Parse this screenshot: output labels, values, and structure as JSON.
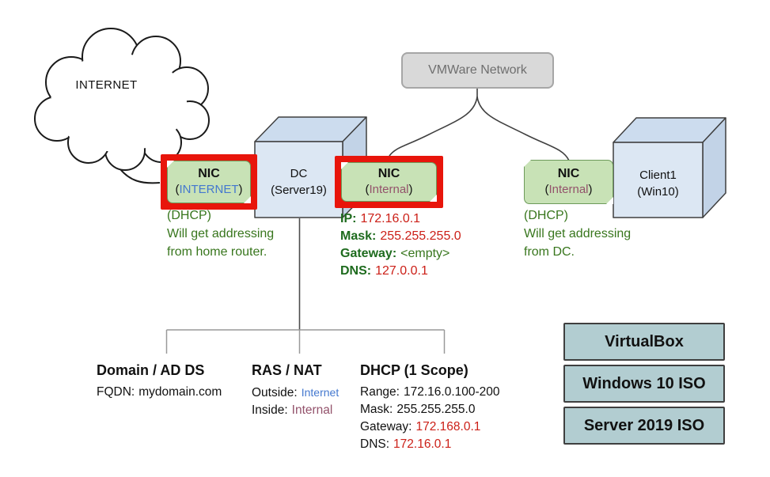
{
  "palette": {
    "nic_fill": "#c8e2b6",
    "nic_border": "#6d9b5a",
    "highlight_red": "#e8150b",
    "cube_front": "#dce7f3",
    "cube_top": "#ccdcee",
    "cube_side": "#c2d3e7",
    "vmware_fill": "#d9d9d9",
    "resource_fill": "#b2cdd1",
    "text_green": "#38761d",
    "text_dark_green": "#1e6b1e",
    "text_red": "#cc2018",
    "text_blue": "#4478cf",
    "text_purple": "#93526b",
    "text_gray": "#6f6f6f"
  },
  "cloud": {
    "label": "INTERNET"
  },
  "vmware": {
    "label": "VMWare Network"
  },
  "dc_box": {
    "title": "DC",
    "subtitle": "(Server19)"
  },
  "client_box": {
    "title": "Client1",
    "subtitle": "(Win10)"
  },
  "nic_internet": {
    "title": "NIC",
    "open": "(",
    "network": "INTERNET",
    "close": ")",
    "notes": [
      "(DHCP)",
      "Will get addressing",
      "from home router."
    ]
  },
  "nic_dc_internal": {
    "title": "NIC",
    "open": "(",
    "network": "Internal",
    "close": ")",
    "details": [
      {
        "label": "IP:",
        "value": "172.16.0.1"
      },
      {
        "label": "Mask:",
        "value": "255.255.255.0"
      },
      {
        "label": "Gateway:",
        "value": "<empty>"
      },
      {
        "label": "DNS:",
        "value": "127.0.0.1"
      }
    ]
  },
  "nic_client_internal": {
    "title": "NIC",
    "open": "(",
    "network": "Internal",
    "close": ")",
    "notes": [
      "(DHCP)",
      "Will get addressing",
      "from DC."
    ]
  },
  "roles": {
    "domain": {
      "title": "Domain / AD DS",
      "lines": [
        {
          "label": "FQDN:",
          "value": "mydomain.com"
        }
      ]
    },
    "ras": {
      "title": "RAS / NAT",
      "lines": [
        {
          "label": "Outside:",
          "value": "Internet"
        },
        {
          "label": "Inside:",
          "value": "Internal"
        }
      ]
    },
    "dhcp": {
      "title": "DHCP (1 Scope)",
      "lines": [
        {
          "label": "Range:",
          "value": "172.16.0.100-200"
        },
        {
          "label": "Mask:",
          "value": "255.255.255.0"
        },
        {
          "label": "Gateway:",
          "value": "172.168.0.1"
        },
        {
          "label": "DNS:",
          "value": "172.16.0.1"
        }
      ]
    }
  },
  "resources": [
    "VirtualBox",
    "Windows 10 ISO",
    "Server 2019 ISO"
  ]
}
